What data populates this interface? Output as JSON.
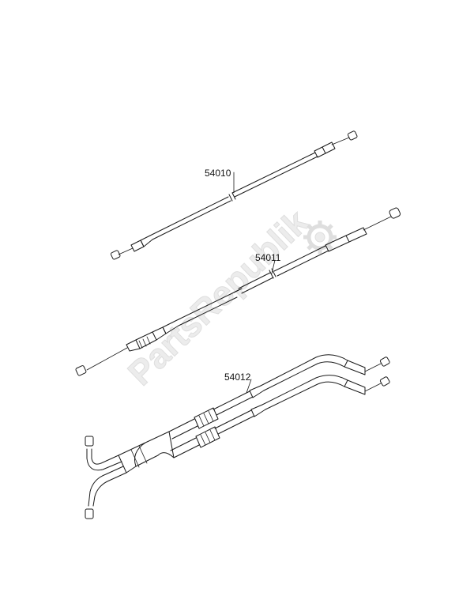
{
  "watermark": {
    "text": "PartsRepublik"
  },
  "parts": [
    {
      "id": "cable-54010",
      "label": "54010"
    },
    {
      "id": "cable-54011",
      "label": "54011"
    },
    {
      "id": "cable-54012",
      "label": "54012"
    }
  ]
}
